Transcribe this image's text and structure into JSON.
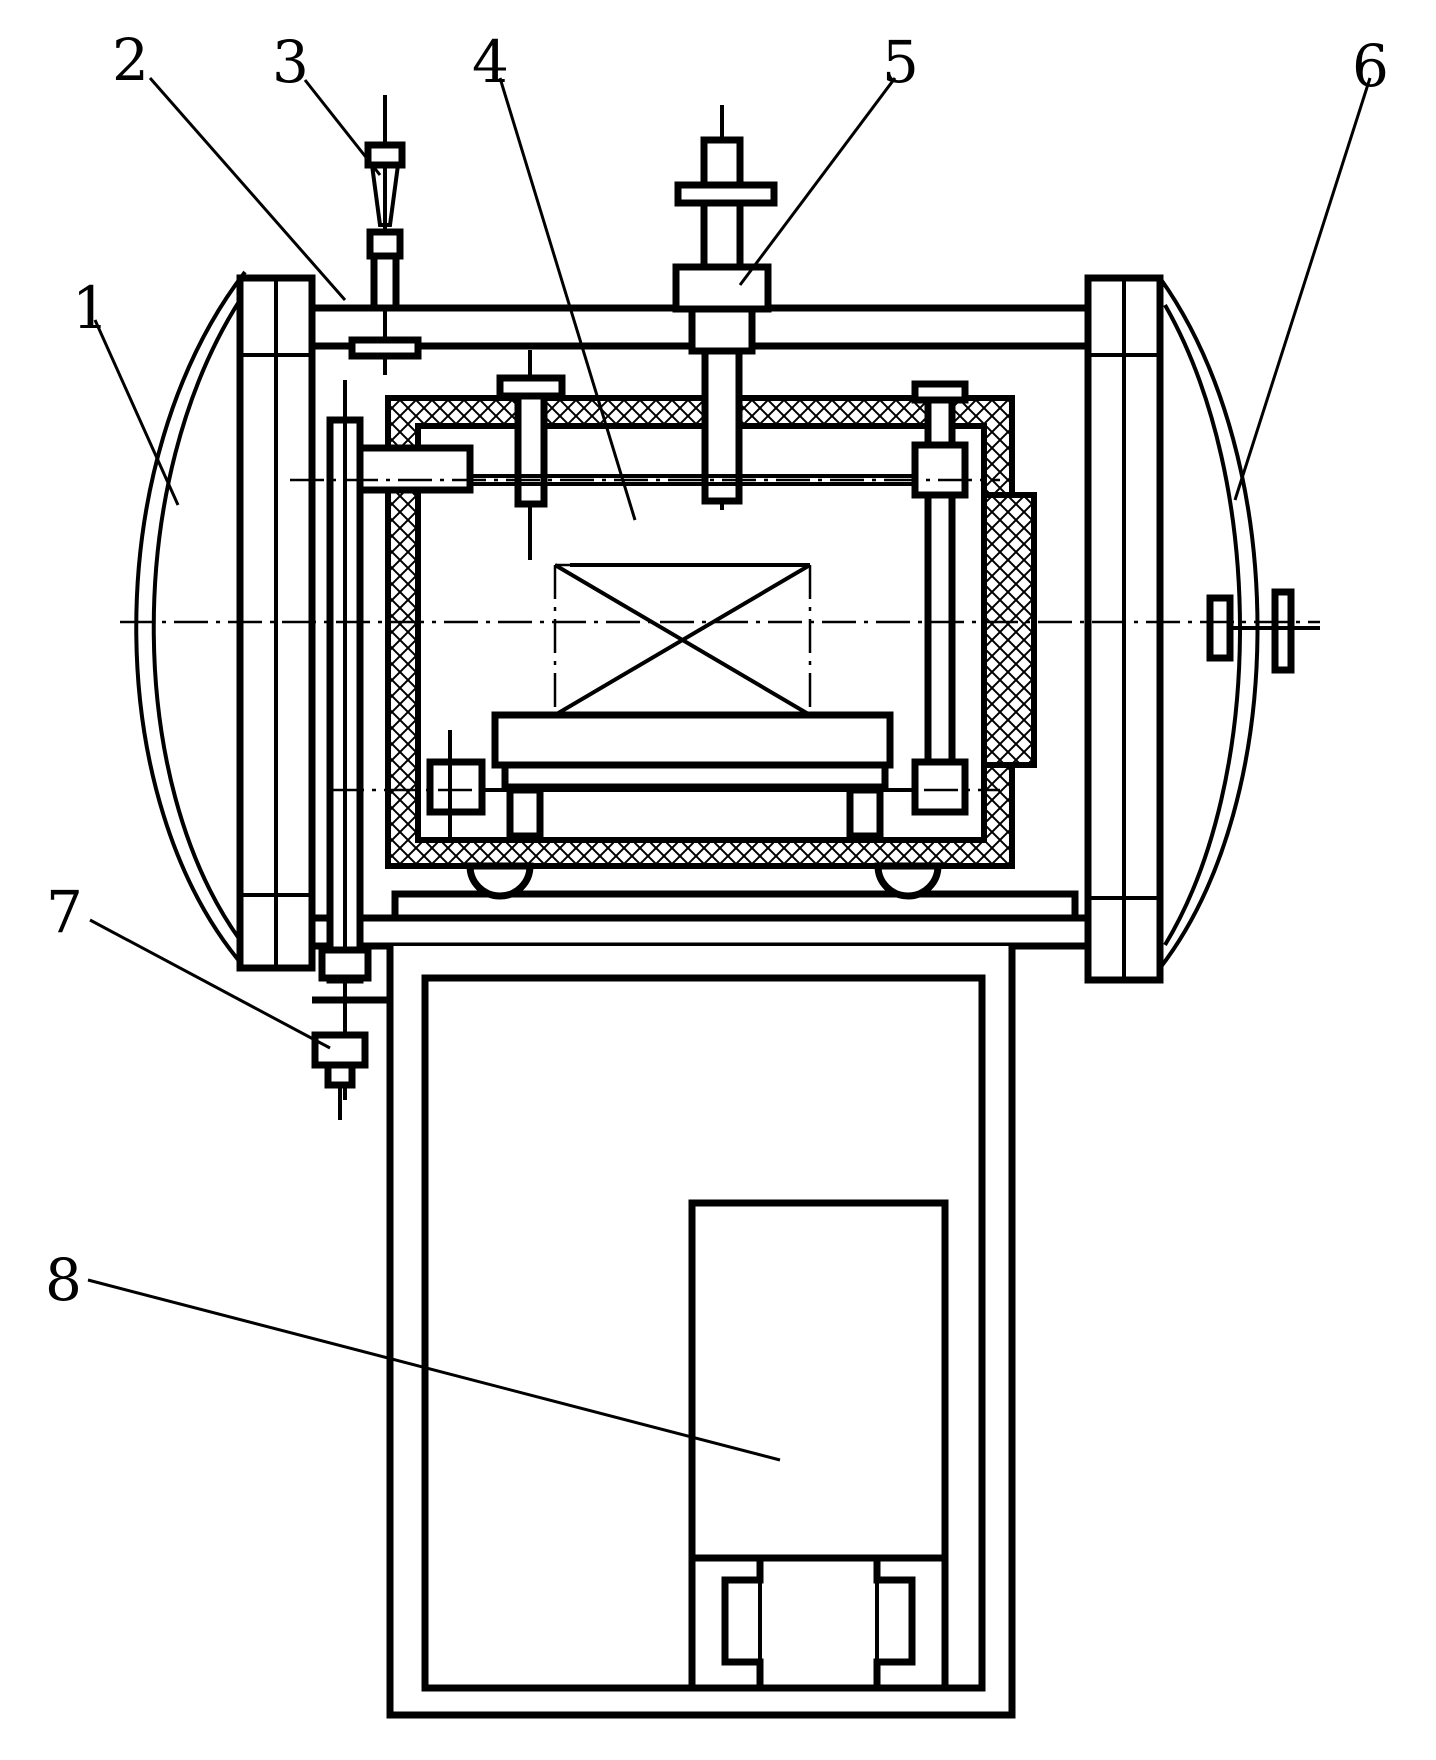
{
  "callouts": [
    {
      "id": "1",
      "text": "1"
    },
    {
      "id": "2",
      "text": "2"
    },
    {
      "id": "3",
      "text": "3"
    },
    {
      "id": "4",
      "text": "4"
    },
    {
      "id": "5",
      "text": "5"
    },
    {
      "id": "6",
      "text": "6"
    },
    {
      "id": "7",
      "text": "7"
    },
    {
      "id": "8",
      "text": "8"
    }
  ],
  "colors": {
    "ink": "#000000",
    "paper": "#ffffff"
  }
}
